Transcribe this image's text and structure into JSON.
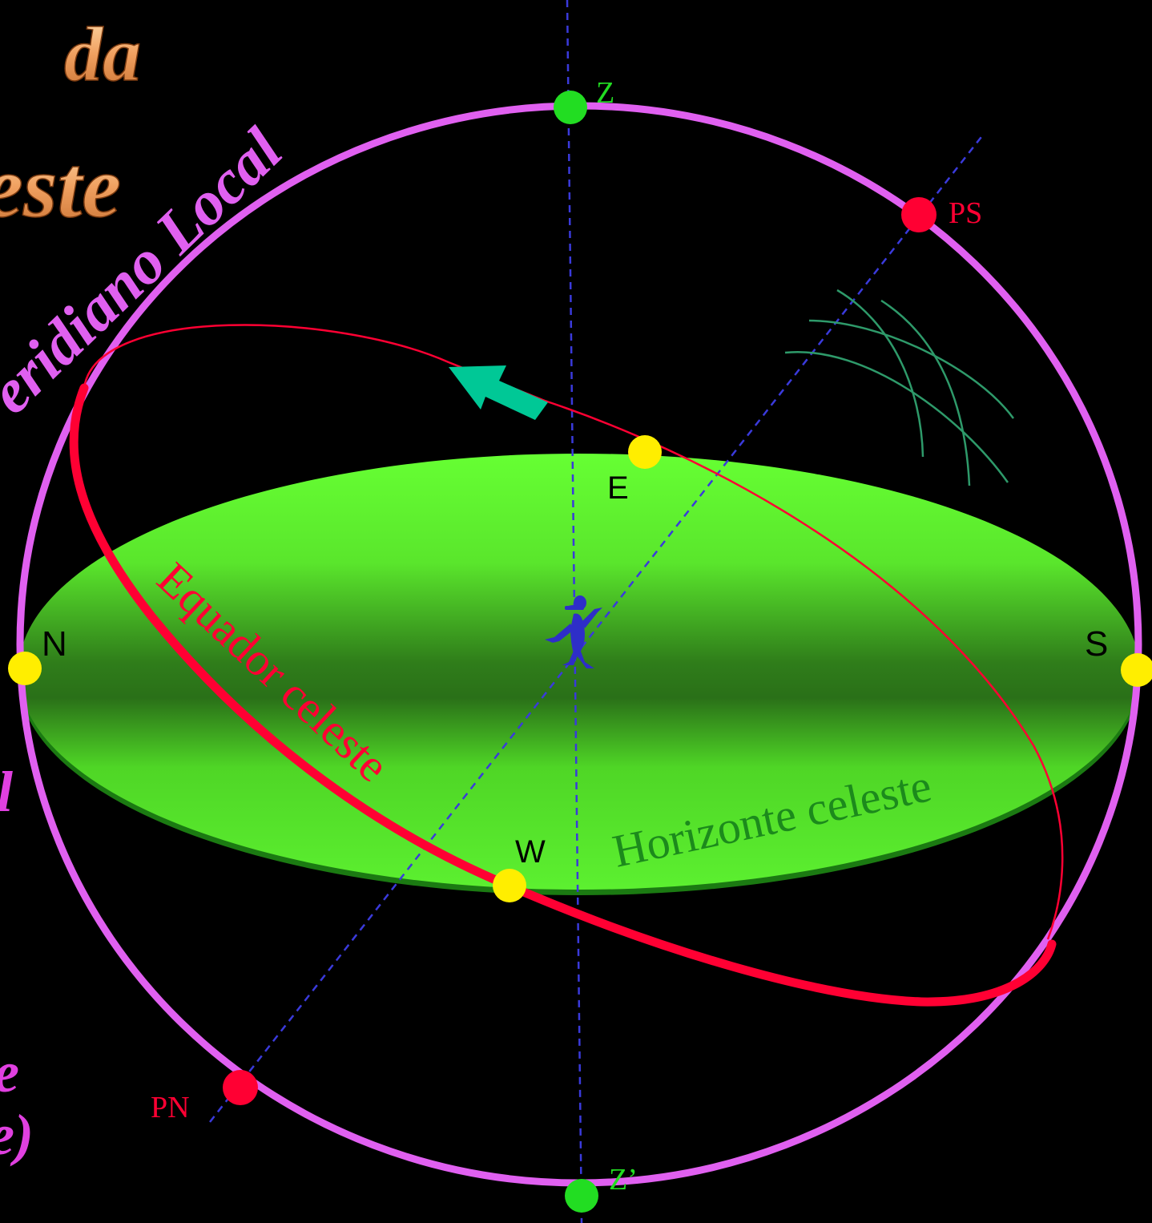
{
  "title_fragments": {
    "line1": "da",
    "line2": "este",
    "side_a": "l",
    "side_b": "e",
    "side_c": "e)"
  },
  "meridian_label": "eridiano Local",
  "equator_label": "Equador celeste",
  "horizon_label": "Horizonte celeste",
  "points": {
    "zenith": "Z",
    "nadir": "Z’",
    "south_pole": "PS",
    "north_pole": "PN",
    "north": "N",
    "south": "S",
    "east": "E",
    "west": "W"
  },
  "colors": {
    "background": "#000000",
    "meridian": "#e060f0",
    "equator": "#ff0033",
    "horizon_fill": "#5cf030",
    "horizon_dark": "#2e7a18",
    "horizon_label": "#1c8a1c",
    "axis": "#3a3adb",
    "zenith_points": "#22dd22",
    "poles": "#ff0033",
    "cardinal_points": "#ffee00",
    "arrow": "#00c896",
    "title": "#f0a060",
    "side_title": "#e040e0"
  }
}
